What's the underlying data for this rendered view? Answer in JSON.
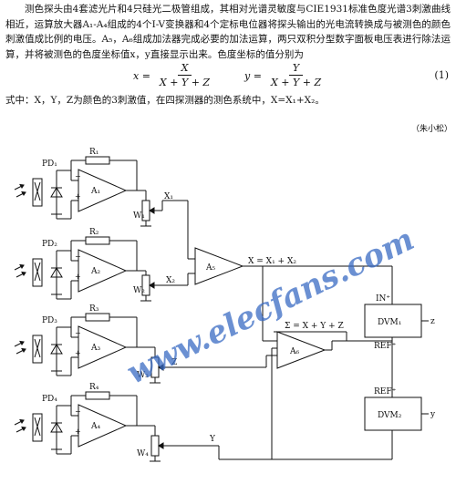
{
  "doc": {
    "para1": "测色探头由4套滤光片和4只硅光二极管组成，其相对光谱灵敏度与CIE1931标准色度光谱3刺激曲线相近，运算放大器A₁-A₄组成的4个I-V变换器和4个定标电位器将探头输出的光电流转换成与被测色的颜色刺激值成比例的电压。A₅，A₆组成加法器完成必要的加法运算，两只双积分型数字面板电压表进行除法运算，并将被测色的色度坐标值x，y直接显示出来。色度坐标的值分别为",
    "eq_x_lhs": "x =",
    "eq_x_num": "X",
    "eq_x_den": "X + Y + Z",
    "eq_y_lhs": "y =",
    "eq_y_num": "Y",
    "eq_y_den": "X + Y + Z",
    "eq_number": "(1)",
    "para2": "式中：X，Y，Z为颜色的3刺激值，在四探测器的测色系统中，X=X₁+X₂。",
    "attribution": "（朱小松）"
  },
  "circuit": {
    "pd": [
      "PD₁",
      "PD₂",
      "PD₃",
      "PD₄"
    ],
    "r": [
      "R₁",
      "R₂",
      "R₃",
      "R₄"
    ],
    "amp": [
      "A₁",
      "A₂",
      "A₃",
      "A₄"
    ],
    "pot": [
      "W₁",
      "W₂",
      "W₃",
      "W₄"
    ],
    "out": [
      "X₁",
      "X₂",
      "Z",
      "Y"
    ],
    "a5": "A₅",
    "a6": "A₆",
    "x_sum": "X = X₁ + X₂",
    "sigma": "Σ = X + Y + Z",
    "in_label": "IN⁺",
    "ref1": "REF⁺",
    "ref2": "REF⁺",
    "dvm1": "DVM₁",
    "dvm2": "DVM₂",
    "dvm1_out": "z",
    "dvm2_out": "y",
    "watermark": "www.elecfans.com"
  }
}
